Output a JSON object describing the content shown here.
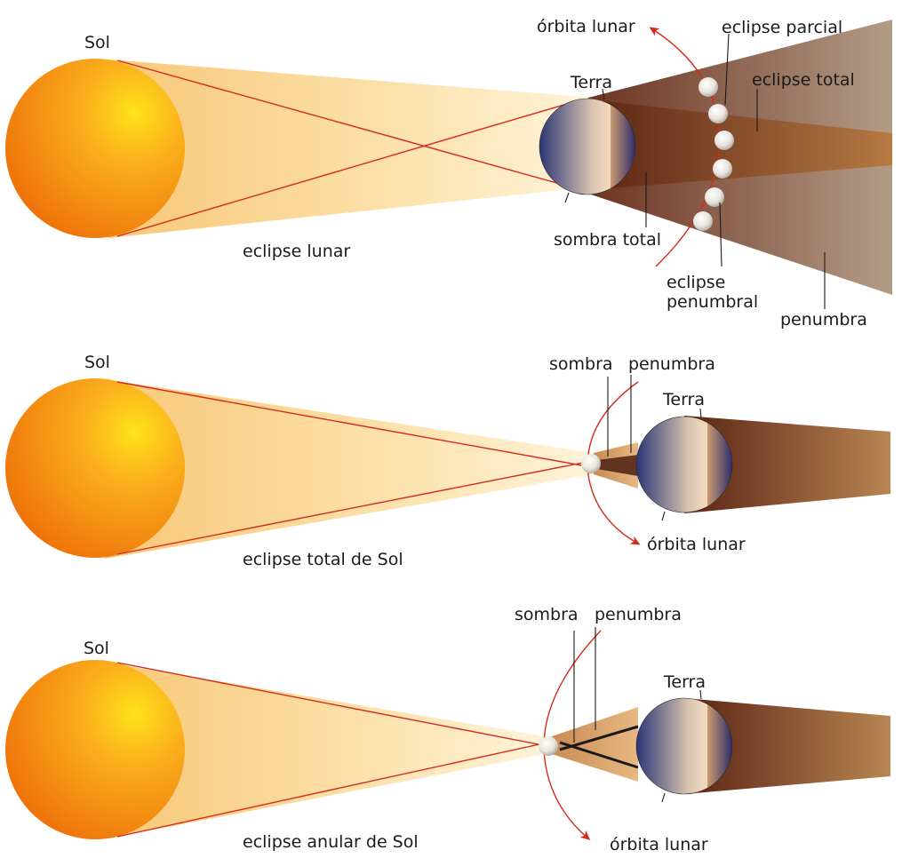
{
  "panels": {
    "lunar": {
      "sun": "Sol",
      "title": "eclipse lunar",
      "earth": "Terra",
      "orbit": "órbita lunar",
      "partial": "eclipse parcial",
      "total": "eclipse total",
      "umbra": "sombra total",
      "penumbral_1": "eclipse",
      "penumbral_2": "penumbral",
      "penumbra": "penumbra"
    },
    "total_solar": {
      "sun": "Sol",
      "title": "eclipse total de Sol",
      "earth": "Terra",
      "umbra": "sombra",
      "penumbra": "penumbra",
      "orbit": "órbita lunar"
    },
    "annular": {
      "sun": "Sol",
      "title": "eclipse anular de Sol",
      "earth": "Terra",
      "umbra": "sombra",
      "penumbra": "penumbra",
      "orbit": "órbita lunar"
    }
  },
  "colors": {
    "sun_core": "#ffd11a",
    "sun_edge": "#f07a0a",
    "light_beam": "#fbd58e",
    "umbra": "#6e2f1a",
    "penumbra": "#a98c74",
    "earth_night": "#2e3a7a",
    "earth_day": "#f3dcc0",
    "ray": "#d42a1e"
  }
}
